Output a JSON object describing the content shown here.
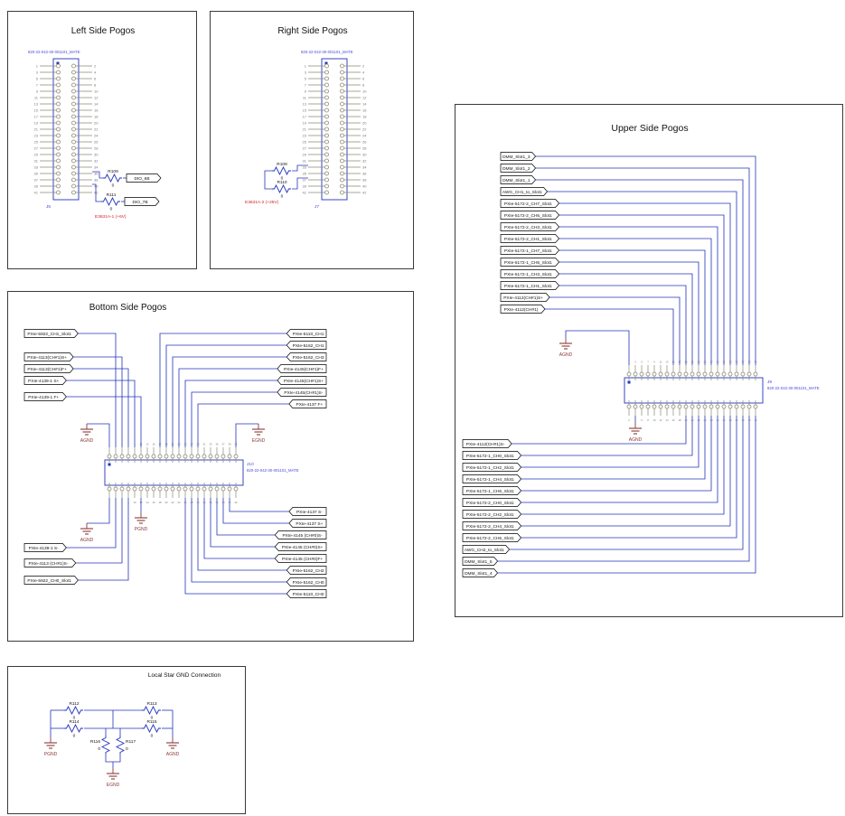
{
  "colors": {
    "wire": "#2233bb",
    "part_text": "#4a4ad8",
    "ground": "#8a3a3a",
    "power_text": "#cc2222",
    "text": "#111111",
    "pin_line": "#8a8a72",
    "pin_number": "#777777"
  },
  "blocks": {
    "left": {
      "title": "Left Side Pogos",
      "part_number": "820-22-042-30-001101_MATE",
      "refdes": "J5",
      "pins": 42,
      "outputs": [
        {
          "resistor": "R109",
          "value": "0",
          "flag": "DIO_6B"
        },
        {
          "resistor": "R111",
          "value": "0",
          "flag": "DIO_7B"
        }
      ],
      "power_label": "E3631A-1 (+6V)"
    },
    "right": {
      "title": "Right Side Pogos",
      "part_number": "820-22-042-30-001101_MATE",
      "refdes": "J7",
      "pins": 42,
      "resistors": [
        {
          "ref": "R108",
          "value": "0"
        },
        {
          "ref": "R110",
          "value": "0"
        }
      ],
      "power_label": "E3631A-2 (+25V)"
    },
    "upper": {
      "title": "Upper Side Pogos",
      "part_number": "820-22-042-30-001101_MATE",
      "refdes": "J9",
      "pins": 42,
      "top_flags": [
        "DMM_Slot1_3",
        "DMM_Slot1_2",
        "DMM_Slot1_1",
        "AWG_CH1_to_Slot1",
        "PXIe-5172-2_CH7_Slot1",
        "PXIe-5172-2_CH5_Slot1",
        "PXIe-5172-2_CH3_Slot1",
        "PXIe-5172-2_CH1_Slot1",
        "PXIe-5172-1_CH7_Slot1",
        "PXIe-5172-1_CH5_Slot1",
        "PXIe-5172-1_CH3_Slot1",
        "PXIe-5172-1_CH1_Slot1",
        "PXIe-4112(CH#1)S+",
        "PXIe-4112(CH#1)"
      ],
      "bottom_flags": [
        "PXIe-4112(CH#1)S-",
        "PXIe-5172-1_CH0_Slot1",
        "PXIe-5172-1_CH2_Slot1",
        "PXIe-5172-1_CH4_Slot1",
        "PXIe-5172-1_CH6_Slot1",
        "PXIe-5172-2_CH0_Slot1",
        "PXIe-5172-2_CH2_Slot1",
        "PXIe-5172-2_CH4_Slot1",
        "PXIe-5172-2_CH6_Slot1",
        "AWG_CH2_to_Slot1",
        "DMM_Slot1_5",
        "DMM_Slot1_4"
      ],
      "ground_above": "AGND",
      "ground_below": "AGND"
    },
    "bottom": {
      "title": "Bottom Side Pogos",
      "part_number": "820-22-042-30-001101_MATE",
      "refdes": "J10",
      "pins": 42,
      "top_left_flags": [
        "PXIe-5922_CH1_Slot1",
        "PXIe-4113(CH#1)S+",
        "PXIe-4113(CH#1)F+",
        "PXIe-4139-1 S+",
        "PXIe-4139-1 F+"
      ],
      "top_right_flags": [
        "PXIe-5110_CH1",
        "PXIe-5162_CH1",
        "PXIe-5162_CH3",
        "PXIe-4145(CH#1)F+",
        "PXIe-4145(CH#1)S+",
        "PXIe-4145(CH#1)S-",
        "PXIe-4137 F+"
      ],
      "bottom_right_flags": [
        "PXIe-4137 S-",
        "PXIe-4137 S+",
        "PXIe-4145 (CH#0)S-",
        "PXIe-4145 (CH#0)S+",
        "PXIe-4145 (CH#0)F+",
        "PXIe-5162_CH2",
        "PXIe-5162_CH0",
        "PXIe-5110_CH0"
      ],
      "bottom_left_flags": [
        "PXIe-4139-1 S-",
        "PXIe-4113 (CH#1)S-",
        "PXIe-5922_CH0_Slot1"
      ],
      "grounds": {
        "top_left": "AGND",
        "top_right": "EGND",
        "below_connector": "PGND",
        "bottom_left": "AGND"
      }
    },
    "star": {
      "title": "Local Star GND Connection",
      "resistors": [
        {
          "ref": "R112",
          "value": "0"
        },
        {
          "ref": "R113",
          "value": "0"
        },
        {
          "ref": "R114",
          "value": "0"
        },
        {
          "ref": "R115",
          "value": "0"
        },
        {
          "ref": "R116",
          "value": "0"
        },
        {
          "ref": "R117",
          "value": "0"
        }
      ],
      "grounds": {
        "left": "PGND",
        "right": "AGND",
        "bottom": "EGND"
      }
    }
  }
}
